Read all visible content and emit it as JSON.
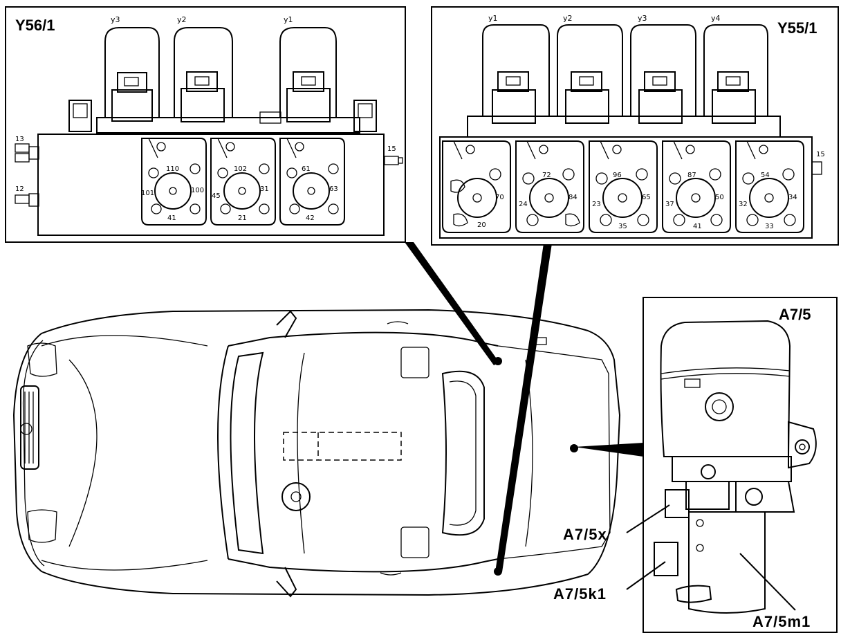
{
  "panels": {
    "y56": {
      "title": "Y56/1",
      "valves": [
        "y3",
        "y2",
        "y1"
      ],
      "connector_left_top": "13",
      "connector_left_bottom": "12",
      "connector_right": "15",
      "ports": [
        {
          "top": "110",
          "left": "101",
          "right": "100",
          "bottom": "41"
        },
        {
          "top": "102",
          "left": "45",
          "right": "31",
          "bottom": "21"
        },
        {
          "top": "61",
          "left": "",
          "right": "63",
          "bottom": "42"
        }
      ]
    },
    "y55": {
      "title": "Y55/1",
      "valves": [
        "y1",
        "y2",
        "y3",
        "y4"
      ],
      "connector_right": "15",
      "ports": [
        {
          "top": "",
          "left": "",
          "right": "70",
          "bottom": "20"
        },
        {
          "top": "72",
          "left": "24",
          "right": "84",
          "bottom": ""
        },
        {
          "top": "96",
          "left": "23",
          "right": "65",
          "bottom": "35"
        },
        {
          "top": "87",
          "left": "37",
          "right": "50",
          "bottom": "41"
        },
        {
          "top": "54",
          "left": "32",
          "right": "34",
          "bottom": "33"
        }
      ]
    },
    "a75": {
      "title": "A7/5",
      "callouts": {
        "x": "A7/5x",
        "k1": "A7/5k1",
        "m1": "A7/5m1"
      }
    }
  }
}
